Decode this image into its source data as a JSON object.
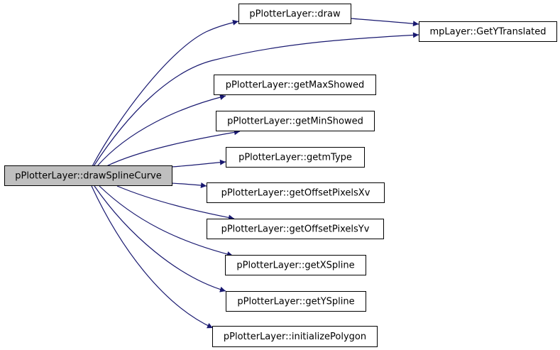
{
  "graph": {
    "edge_color": "#191970",
    "root_fill": "#bfbfbf",
    "node_fill": "#ffffff",
    "nodes": [
      {
        "id": "root",
        "label": "pPlotterLayer::drawSplineCurve",
        "root": true
      },
      {
        "id": "draw",
        "label": "pPlotterLayer::draw"
      },
      {
        "id": "gyt",
        "label": "mpLayer::GetYTranslated"
      },
      {
        "id": "gmax",
        "label": "pPlotterLayer::getMaxShowed"
      },
      {
        "id": "gmin",
        "label": "pPlotterLayer::getMinShowed"
      },
      {
        "id": "gtype",
        "label": "pPlotterLayer::getmType"
      },
      {
        "id": "goxv",
        "label": "pPlotterLayer::getOffsetPixelsXv"
      },
      {
        "id": "goyv",
        "label": "pPlotterLayer::getOffsetPixelsYv"
      },
      {
        "id": "gxs",
        "label": "pPlotterLayer::getXSpline"
      },
      {
        "id": "gys",
        "label": "pPlotterLayer::getYSpline"
      },
      {
        "id": "ipoly",
        "label": "pPlotterLayer::initializePolygon"
      }
    ],
    "edges": [
      {
        "from": "root",
        "to": "draw"
      },
      {
        "from": "root",
        "to": "gyt"
      },
      {
        "from": "draw",
        "to": "gyt"
      },
      {
        "from": "root",
        "to": "gmax"
      },
      {
        "from": "root",
        "to": "gmin"
      },
      {
        "from": "root",
        "to": "gtype"
      },
      {
        "from": "root",
        "to": "goxv"
      },
      {
        "from": "root",
        "to": "goyv"
      },
      {
        "from": "root",
        "to": "gxs"
      },
      {
        "from": "root",
        "to": "gys"
      },
      {
        "from": "root",
        "to": "ipoly"
      }
    ]
  }
}
